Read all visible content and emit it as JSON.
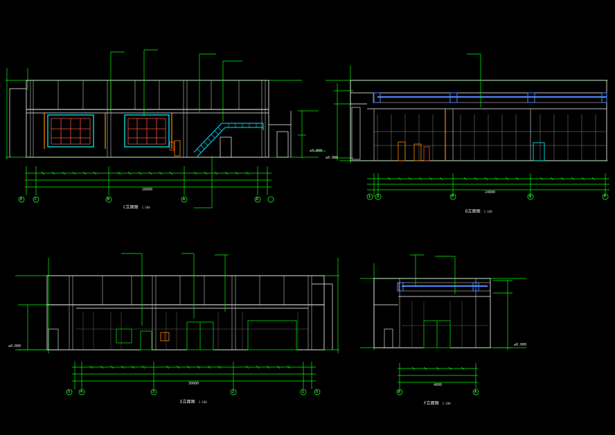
{
  "colors": {
    "background": "#000000",
    "wall_lines": "#ffffff",
    "grid_lines": "#c8c8c8",
    "dimension_lines": "#00ff00",
    "window_frame": "#00ffff",
    "window_panes": "#ff5040",
    "stair": "#00e5ff",
    "door_panel": "#ff8c00",
    "door_frame": "#00b000",
    "ceiling_band": "#4f8cff"
  },
  "views": [
    {
      "id": "elevation-1",
      "title": "C立面图",
      "scale": "1:100"
    },
    {
      "id": "elevation-2",
      "title": "D立面图",
      "scale": "1:100"
    },
    {
      "id": "elevation-3",
      "title": "E立面图",
      "scale": "1:100"
    },
    {
      "id": "elevation-4",
      "title": "F立面图",
      "scale": "1:100"
    }
  ],
  "axis_labels": {
    "elevation-1": [
      "D",
      "C",
      "B",
      "A",
      "D"
    ],
    "elevation-2": [
      "1",
      "2",
      "P",
      "Q",
      "F"
    ],
    "elevation-3": [
      "5",
      "4",
      "3",
      "2",
      "1",
      "5"
    ],
    "elevation-4": [
      "B",
      "A"
    ]
  },
  "level_marks": [
    "±0.000",
    "±0.000",
    "±0.000",
    "±0.000"
  ],
  "dimension_totals": [
    "18000",
    "24000",
    "30000",
    "4800"
  ]
}
